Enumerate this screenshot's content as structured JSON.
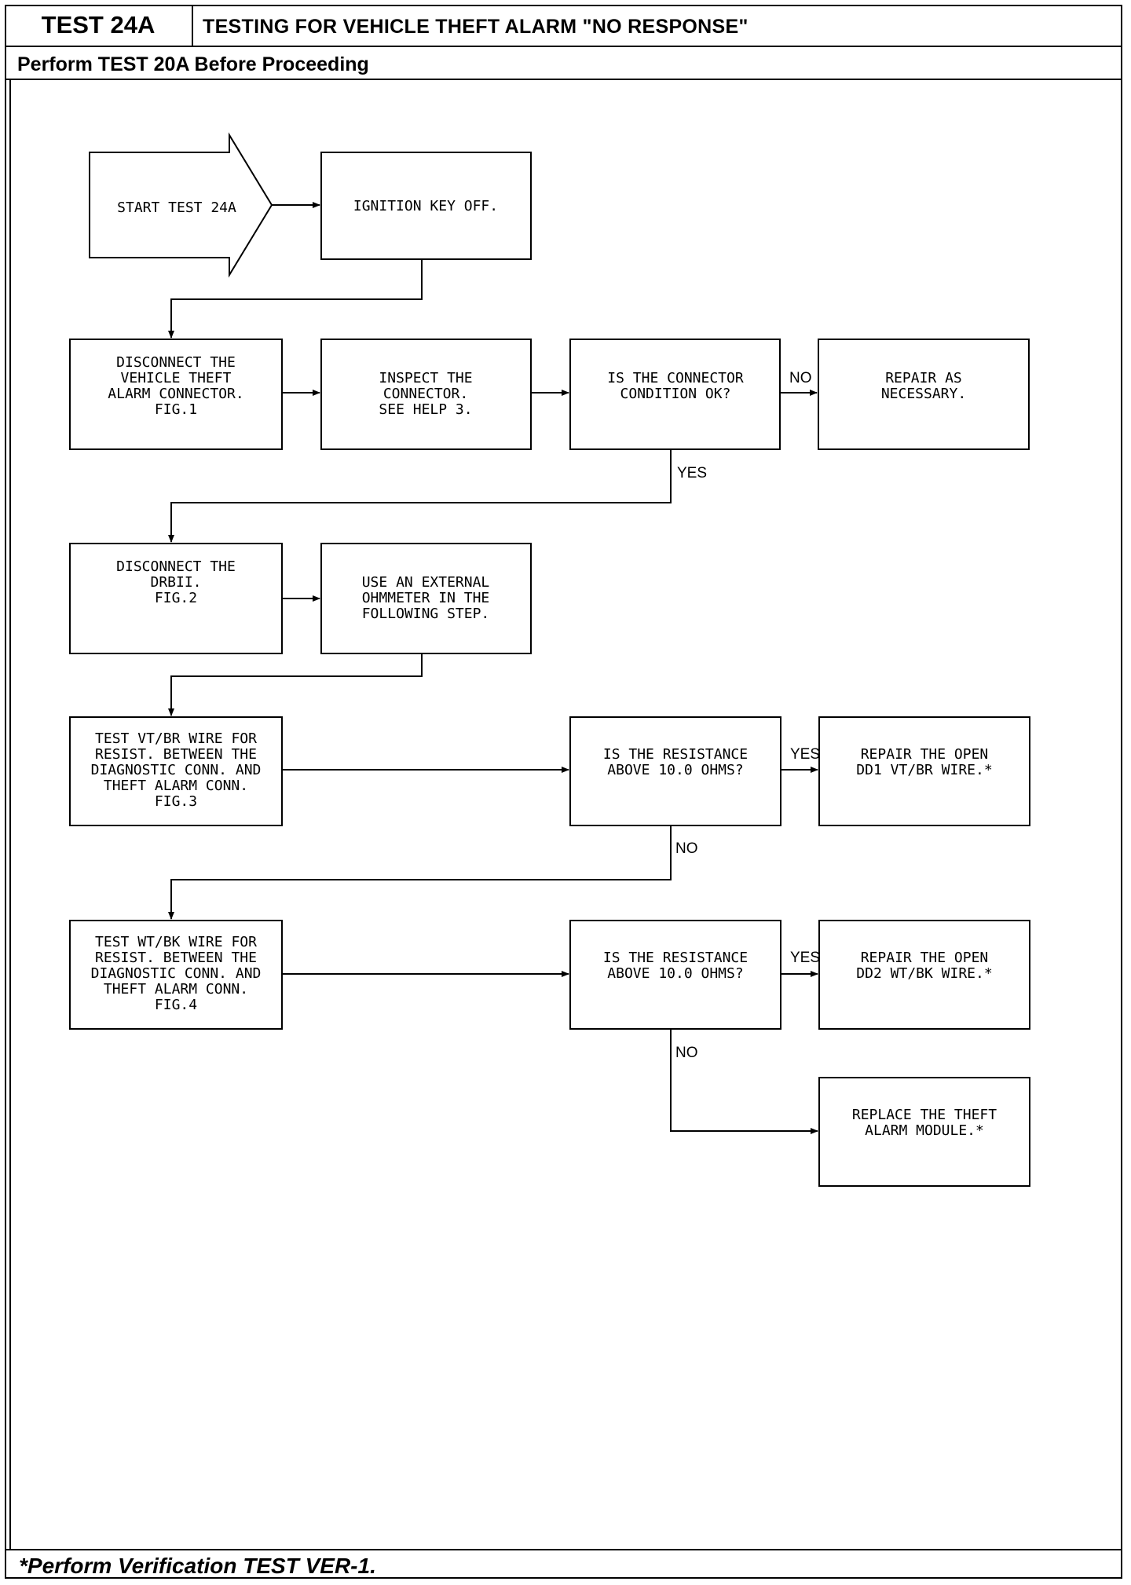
{
  "header": {
    "test_id": "TEST 24A",
    "title": "TESTING FOR VEHICLE THEFT ALARM \"NO RESPONSE\"",
    "subtitle": "Perform TEST 20A Before Proceeding"
  },
  "footer": {
    "note": "*Perform Verification TEST VER-1."
  },
  "flowchart": {
    "start": [
      "START TEST 24A"
    ],
    "ignition_off": [
      "IGNITION KEY OFF."
    ],
    "disconnect_alarm": [
      "DISCONNECT THE",
      "VEHICLE THEFT",
      "ALARM CONNECTOR.",
      "",
      "FIG.1"
    ],
    "inspect_connector": [
      "INSPECT THE",
      "CONNECTOR.",
      "SEE HELP 3."
    ],
    "connector_ok": [
      "IS THE CONNECTOR",
      "CONDITION OK?"
    ],
    "repair_necessary": [
      "REPAIR AS",
      "NECESSARY."
    ],
    "disconnect_drbii": [
      "DISCONNECT THE",
      "DRBII.",
      "",
      "",
      "FIG.2"
    ],
    "use_ohmmeter": [
      "USE AN EXTERNAL",
      "OHMMETER IN THE",
      "FOLLOWING STEP."
    ],
    "test_vtbr": [
      "TEST VT/BR WIRE FOR",
      "RESIST. BETWEEN THE",
      "DIAGNOSTIC CONN. AND",
      "THEFT ALARM CONN.",
      "FIG.3"
    ],
    "resistance_q1": [
      "IS THE RESISTANCE",
      "ABOVE 10.0 OHMS?"
    ],
    "repair_dd1": [
      "REPAIR THE OPEN",
      "DD1 VT/BR WIRE.*"
    ],
    "test_wtbk": [
      "TEST WT/BK WIRE FOR",
      "RESIST. BETWEEN THE",
      "DIAGNOSTIC CONN. AND",
      "THEFT ALARM CONN.",
      "FIG.4"
    ],
    "resistance_q2": [
      "IS THE RESISTANCE",
      "ABOVE 10.0 OHMS?"
    ],
    "repair_dd2": [
      "REPAIR THE OPEN",
      "DD2 WT/BK WIRE.*"
    ],
    "replace_module": [
      "REPLACE THE THEFT",
      "ALARM MODULE.*"
    ],
    "labels": {
      "no_1": "NO",
      "yes_1": "YES",
      "yes_2": "YES",
      "no_2": "NO",
      "yes_3": "YES",
      "no_3": "NO"
    }
  }
}
